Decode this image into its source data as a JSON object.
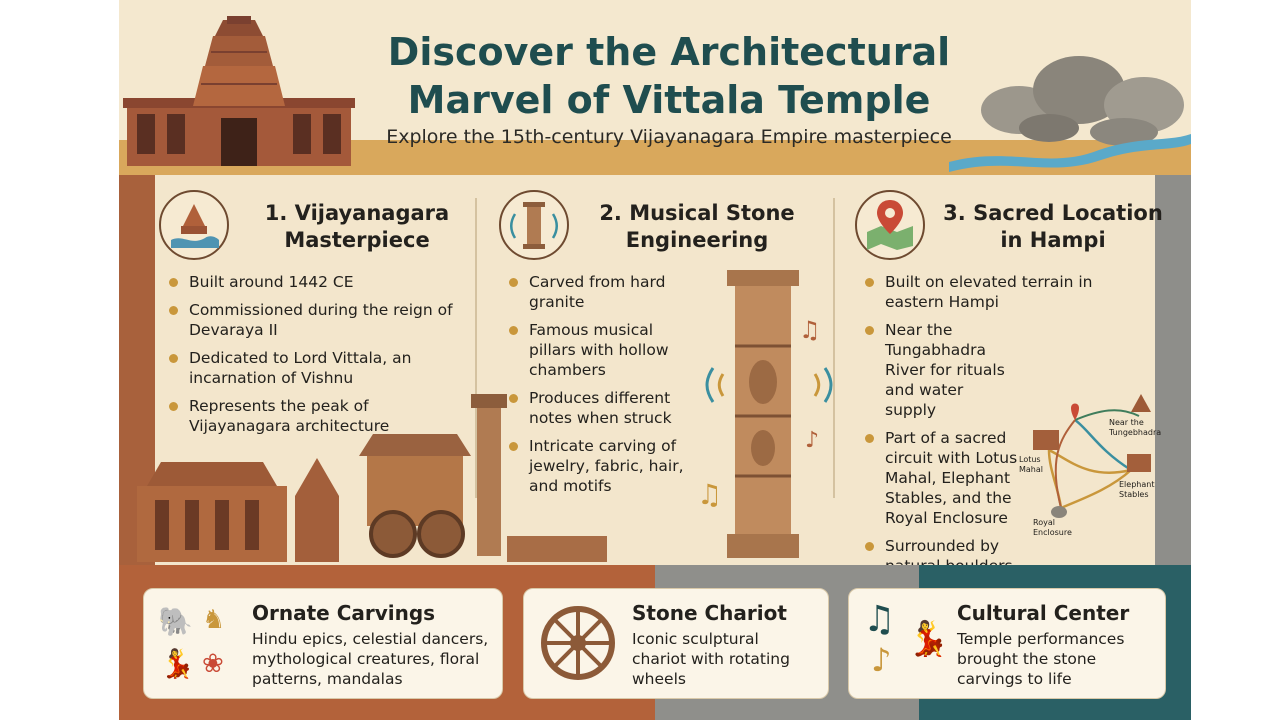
{
  "header": {
    "title_line1": "Discover the Architectural",
    "title_line2": "Marvel of Vittala Temple",
    "subtitle": "Explore the 15th-century Vijayanagara Empire masterpiece"
  },
  "sections": [
    {
      "title_line1": "1. Vijayanagara",
      "title_line2": "Masterpiece",
      "icon": "temple-icon",
      "items": [
        "Built around 1442 CE",
        "Commissioned during the reign of Devaraya II",
        "Dedicated to Lord Vittala, an incarnation of Vishnu",
        "Represents the peak of Vijayanagara architecture"
      ]
    },
    {
      "title_line1": "2. Musical Stone",
      "title_line2": "Engineering",
      "icon": "pillar-icon",
      "items": [
        "Carved from hard granite",
        "Famous musical pillars with hollow chambers",
        "Produces different notes when struck",
        "Intricate carving of jewelry, fabric, hair, and motifs"
      ]
    },
    {
      "title_line1": "3. Sacred Location",
      "title_line2": "in Hampi",
      "icon": "map-pin-icon",
      "items": [
        "Built on elevated terrain in eastern Hampi",
        "Near the Tungabhadra River for rituals and water supply",
        "Part of a sacred circuit with Lotus Mahal, Elephant Stables, and the Royal Enclosure",
        "Surrounded by natural boulders that amplify sound"
      ]
    }
  ],
  "map_labels": {
    "lotus": "Lotus Mahal",
    "tungabhadra": "Near the Tungebhadra",
    "elephant": "Elephant Stables",
    "royal": "Royal Enclosure"
  },
  "cards": [
    {
      "title": "Ornate Carvings",
      "text": "Hindu epics, celestial dancers, mythological creatures, floral patterns, mandalas",
      "icon": "elephant-icon"
    },
    {
      "title": "Stone Chariot",
      "text": "Iconic sculptural chariot with rotating wheels",
      "icon": "chariot-wheel-icon"
    },
    {
      "title": "Cultural Center",
      "text": "Temple performances brought the stone carvings to life",
      "icon": "music-notes-icon"
    }
  ],
  "colors": {
    "title": "#1f4d4f",
    "accent": "#c9973b",
    "stone": "#b07b52",
    "teal": "#2a6065"
  }
}
